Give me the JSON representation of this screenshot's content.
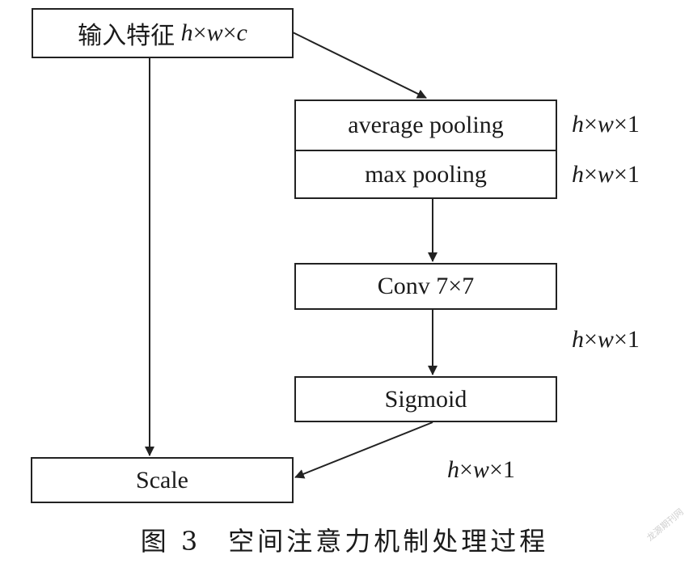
{
  "input_box": {
    "cn": "输入特征",
    "h": "h",
    "x1": "×",
    "w": "w",
    "x2": "×",
    "c": "c"
  },
  "pool_avg_label": "average pooling",
  "pool_max_label": "max pooling",
  "conv_label": "Conv 7×7",
  "sigmoid_label": "Sigmoid",
  "scale_label": "Scale",
  "dims": [
    {
      "h": "h",
      "x1": "×",
      "w": "w",
      "x2": "×",
      "n": "1"
    },
    {
      "h": "h",
      "x1": "×",
      "w": "w",
      "x2": "×",
      "n": "1"
    },
    {
      "h": "h",
      "x1": "×",
      "w": "w",
      "x2": "×",
      "n": "1"
    },
    {
      "h": "h",
      "x1": "×",
      "w": "w",
      "x2": "×",
      "n": "1"
    }
  ],
  "caption": {
    "fig": "图 3",
    "title": "空间注意力机制处理过程"
  },
  "watermark": "龙源期刊网",
  "colors": {
    "stroke": "#222222",
    "text": "#1a1a1a"
  }
}
